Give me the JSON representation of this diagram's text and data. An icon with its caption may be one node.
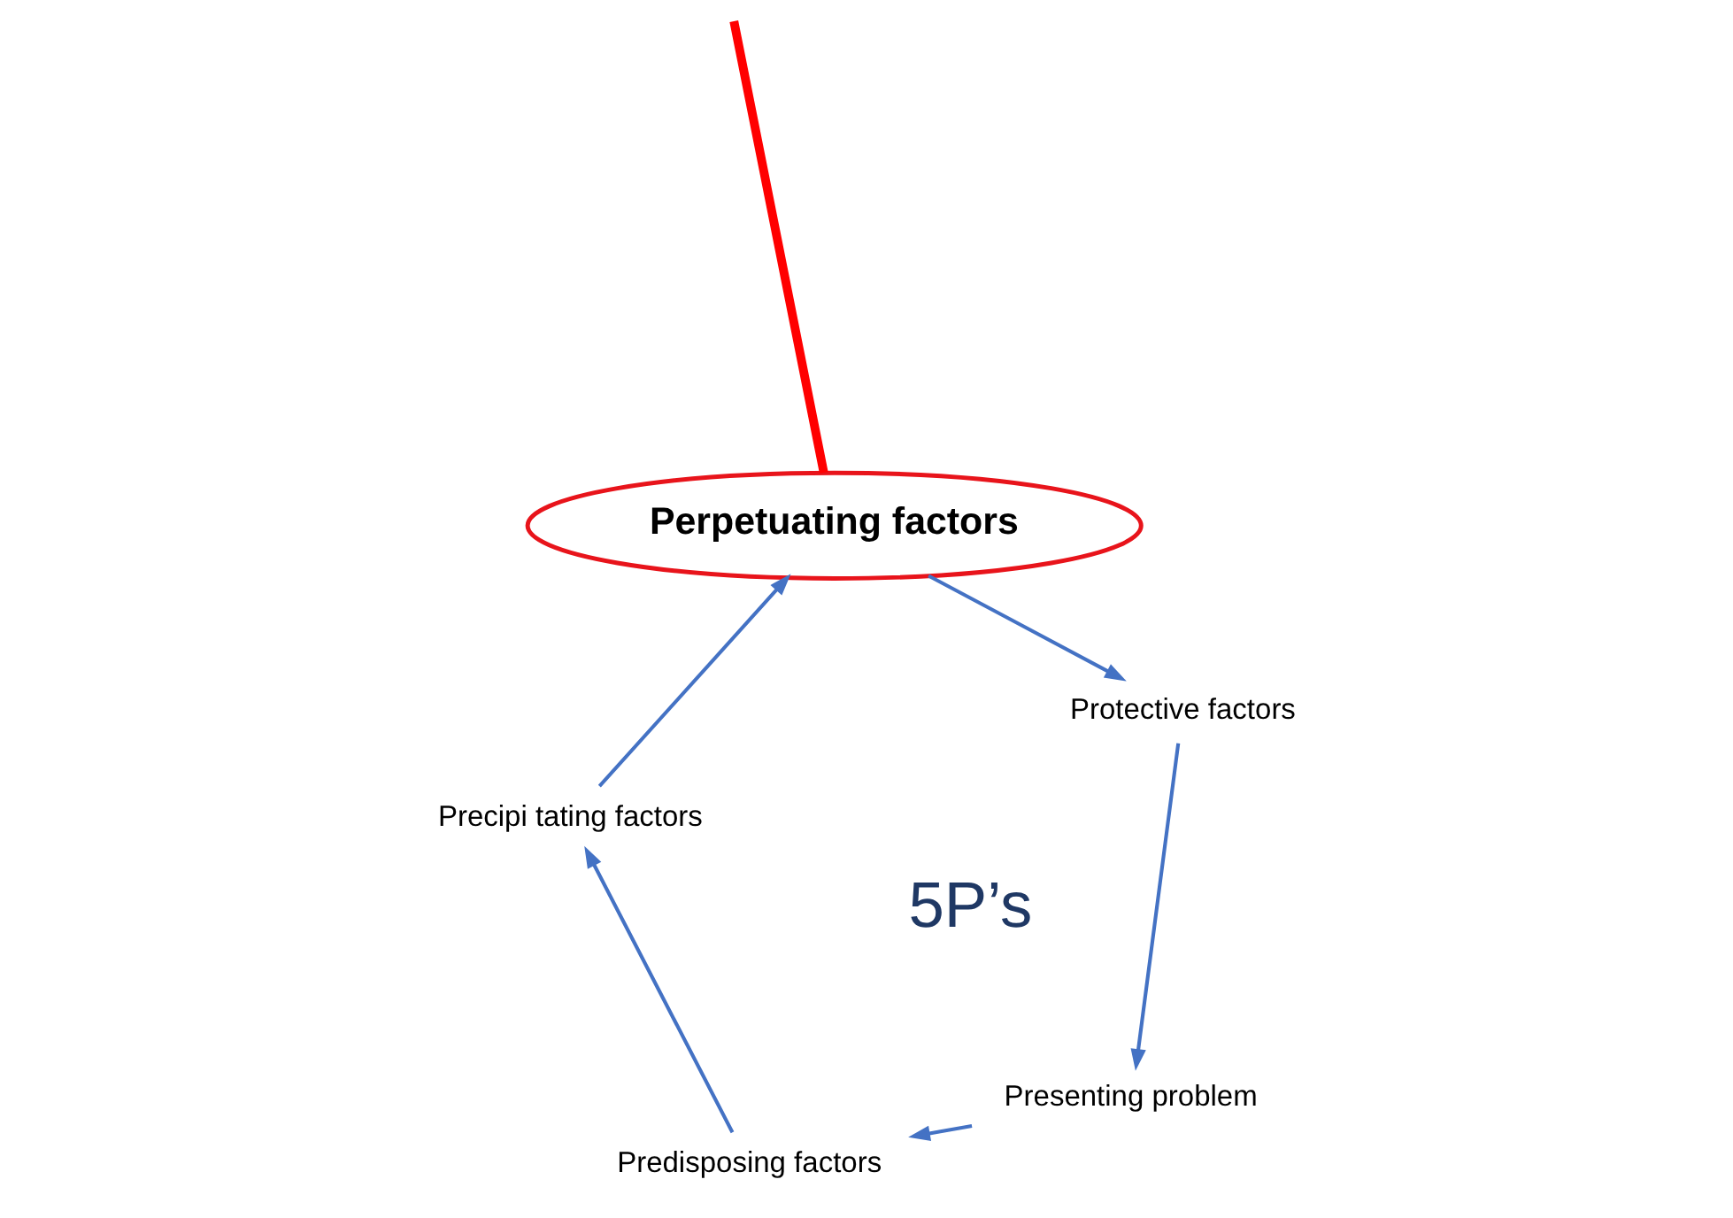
{
  "diagram": {
    "nodes": [
      {
        "text": [
          "Protective factors"
        ]
      },
      {
        "text": [
          "Presenting problem"
        ]
      },
      {
        "text": [
          "Predisposing factors"
        ]
      },
      {
        "text": [
          "Precipi tating factors"
        ]
      },
      {
        "text": [
          "Perpetuating factors"
        ]
      }
    ],
    "edges": [
      {
        "from": 0,
        "to": 1,
        "arrow": "to"
      },
      {
        "from": 1,
        "to": 2,
        "arrow": "to"
      },
      {
        "from": 2,
        "to": 3,
        "arrow": "to"
      },
      {
        "from": 3,
        "to": 4,
        "arrow": "to"
      },
      {
        "from": 4,
        "to": 0,
        "arrow": "to"
      },
      {
        "from": 4,
        "to": null,
        "arrow": "none",
        "style": "thick",
        "color": "#ff0000"
      }
    ],
    "labels": [
      "5P’s"
    ]
  }
}
